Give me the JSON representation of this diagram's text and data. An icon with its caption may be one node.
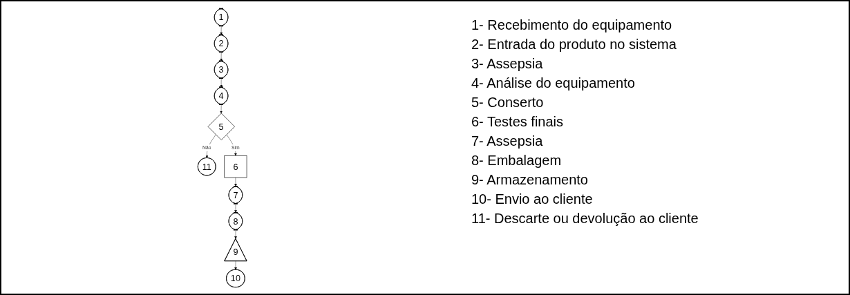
{
  "diagram": {
    "nodes": [
      {
        "text": [
          "1"
        ]
      },
      {
        "text": [
          "2"
        ]
      },
      {
        "text": [
          "3"
        ]
      },
      {
        "text": [
          "11"
        ]
      },
      {
        "text": [
          "5"
        ]
      },
      {
        "text": [
          "4"
        ]
      },
      {
        "text": [
          "6"
        ]
      },
      {
        "text": [
          "7"
        ]
      },
      {
        "text": [
          "10"
        ]
      },
      {
        "text": [
          "9"
        ]
      },
      {
        "text": [
          "8"
        ]
      }
    ],
    "edges": [
      {
        "from": 0,
        "to": 1,
        "arrow": "to"
      },
      {
        "from": 1,
        "to": 2,
        "arrow": "to"
      },
      {
        "from": 2,
        "to": 5,
        "arrow": "to"
      },
      {
        "from": 5,
        "to": 4,
        "arrow": "to"
      },
      {
        "from": 4,
        "to": 3,
        "arrow": "to",
        "label": "Não"
      },
      {
        "from": 4,
        "to": 6,
        "arrow": "to",
        "label": "Sim"
      },
      {
        "from": 6,
        "to": 7,
        "arrow": "to"
      },
      {
        "from": 7,
        "to": 10,
        "arrow": "to"
      },
      {
        "from": 10,
        "to": 9,
        "arrow": "to"
      },
      {
        "from": 9,
        "to": 8,
        "arrow": "to"
      }
    ],
    "labels": [
      "1- Recebimento do equipamento",
      "2- Entrada do produto no sistema",
      "3- Assepsia",
      "4- Análise do equipamento",
      "5- Conserto",
      "6- Testes finais",
      "7- Assepsia",
      "8- Embalagem",
      "9- Armazenamento",
      "10- Envio ao cliente",
      "11- Descarte ou devolução ao cliente"
    ]
  }
}
